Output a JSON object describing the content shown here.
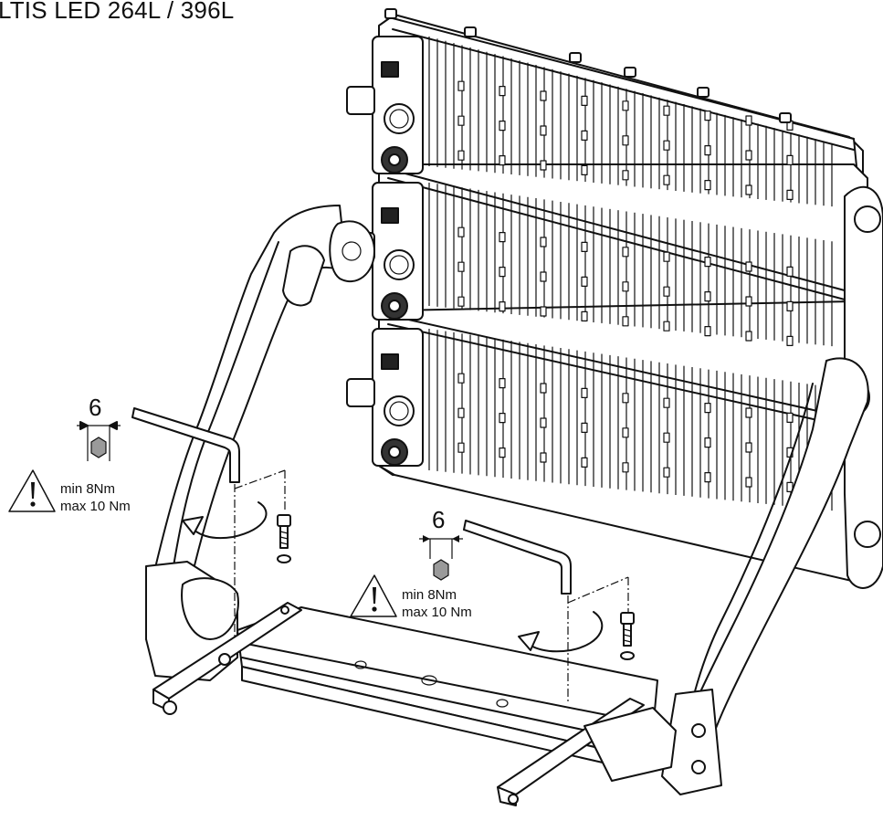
{
  "document": {
    "title": "LTIS LED 264L / 396L"
  },
  "callouts": [
    {
      "tool_size": "6",
      "torque_min": "min  8Nm",
      "torque_max": "max 10 Nm"
    },
    {
      "tool_size": "6",
      "torque_min": "min  8Nm",
      "torque_max": "max 10 Nm"
    }
  ],
  "icons": {
    "warning": "warning-triangle-icon",
    "hex_key": "hex-key-icon",
    "rotate": "rotate-arrow-icon",
    "bolt": "bolt-icon",
    "washer": "washer-icon"
  },
  "colors": {
    "line": "#111111",
    "hex_socket_fill": "#9a9a9a",
    "background": "#ffffff"
  }
}
